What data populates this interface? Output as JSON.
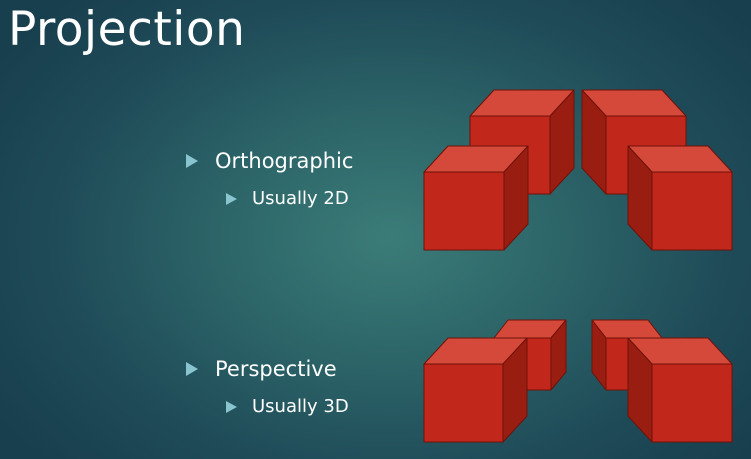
{
  "slide": {
    "title": "Projection",
    "bullets": [
      {
        "label": "Orthographic",
        "sub": "Usually 2D"
      },
      {
        "label": "Perspective",
        "sub": "Usually 3D"
      }
    ]
  },
  "colors": {
    "cube_front": "#c1271a",
    "cube_top": "#d5493b",
    "cube_side": "#9a1d12",
    "cube_edge": "#6e1209",
    "bullet_arrow": "#89c5cf"
  }
}
